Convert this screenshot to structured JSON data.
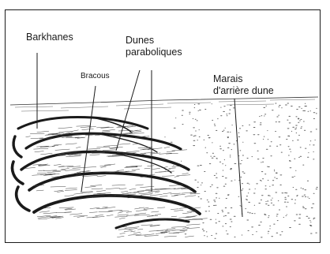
{
  "diagram": {
    "labels": {
      "barkhanes": "Barkhanes",
      "bracous": "Bracous",
      "dunes_line1": "Dunes",
      "dunes_line2": "paraboliques",
      "marais_line1": "Marais",
      "marais_line2": "d'arrière dune"
    }
  }
}
